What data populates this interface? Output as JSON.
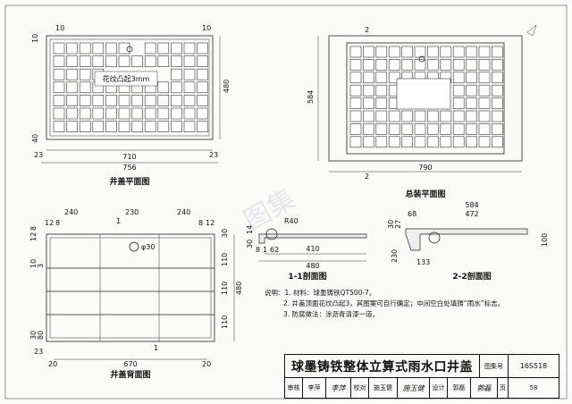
{
  "drawing": {
    "plan": {
      "title": "井盖平面图",
      "note": "花纹凸起3mm",
      "dims": {
        "d10a": "10",
        "d10b": "10",
        "d10c": "10",
        "d40": "40",
        "d480": "480",
        "d23a": "23",
        "d23b": "23",
        "d710": "710",
        "d756": "756"
      }
    },
    "assembly": {
      "title": "总装平面图",
      "dims": {
        "d584": "584",
        "d790": "790"
      },
      "section_mark": "2"
    },
    "back": {
      "title": "井盖背面图",
      "dims": {
        "d240a": "240",
        "d230": "230",
        "d240b": "240",
        "d12a": "12",
        "d8a": "8",
        "d8b": "8",
        "d12b": "12",
        "d8c": "8",
        "d12c": "12",
        "d30": "30",
        "d110a": "110",
        "d110b": "110",
        "d110c": "110",
        "d480": "480",
        "d30b": "30",
        "d80": "80",
        "d23": "23",
        "d20a": "20",
        "d670": "670",
        "d20b": "20",
        "phi30": "φ30",
        "d10": "10",
        "d3": "3"
      },
      "section_mark": "1"
    },
    "section1": {
      "title": "1-1剖面图",
      "dims": {
        "d14": "14",
        "d30": "30",
        "r40": "R40",
        "d8": "8",
        "d1": "1",
        "d62": "62",
        "d410": "410",
        "d480": "480"
      }
    },
    "section2": {
      "title": "2-2剖面图",
      "dims": {
        "d68": "68",
        "d584": "584",
        "d472": "472",
        "d30": "30",
        "d27": "27",
        "d133": "133",
        "d230": "230",
        "d100": "100"
      }
    }
  },
  "notes": {
    "heading": "说明：",
    "items": [
      "1. 材料：球墨铸铁QT500-7。",
      "2. 井盖顶面花纹凸起3，其图案可自行确定；中间空白处填铸“雨水”标志。",
      "3. 防腐做法：涂沥青清漆一道。"
    ]
  },
  "title_block": {
    "title": "球墨铸铁整体立算式雨水口井盖",
    "set_label": "图集号",
    "set_number": "16S518",
    "review_label": "审核",
    "reviewer": "李萍",
    "reviewer_sig": "李萍",
    "check_label": "校对",
    "checker": "施玉健",
    "checker_sig": "施玉健",
    "design_label": "设计",
    "designer": "郭磊",
    "designer_sig": "郭磊",
    "page_label": "页",
    "page": "58"
  },
  "watermark": "图集"
}
